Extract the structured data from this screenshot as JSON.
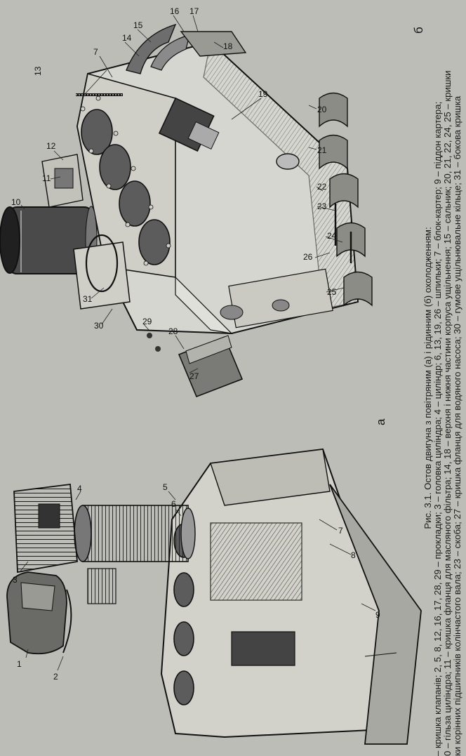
{
  "page": {
    "background": "#bdbdb8",
    "ink": "#1a1a1a"
  },
  "caption": {
    "title": "Рис. 3.1. Остов двигуна з повітряним (а) і рідинним (б) охолодженням:",
    "lines": [
      "– кришка клапанів; 2, 5, 8, 12, 16, 17, 28, 29 – прокладки; 3 – головка циліндра; 4 – циліндр; 6, 13, 19, 26 – шпильки; 7 – блок-картер; 9 – піддон картера;",
      "0 – гільза циліндра; 11 – кришка фланця для масляного фільтра; 14, 18 – верхня і нижня частини корпуса ущільнення; 15 – сальник; 20, 21, 22, 24, 25 – кришки",
      "ки корінних підшипників колінчастого вала; 23 – скоба; 27 – кришка фланця для водяного насоса; 30 – гумове ущільнювальне кільце; 31 – бокова кришка"
    ]
  },
  "subfigures": {
    "a": "а",
    "b": "б"
  },
  "callouts_b": [
    "7",
    "13",
    "14",
    "15",
    "16",
    "17",
    "18",
    "19",
    "20",
    "21",
    "22",
    "23",
    "24",
    "26",
    "25",
    "12",
    "11",
    "10",
    "31",
    "30",
    "29",
    "28",
    "27"
  ],
  "callouts_a": [
    "1",
    "2",
    "3",
    "4",
    "5",
    "6",
    "7",
    "8",
    "9"
  ]
}
